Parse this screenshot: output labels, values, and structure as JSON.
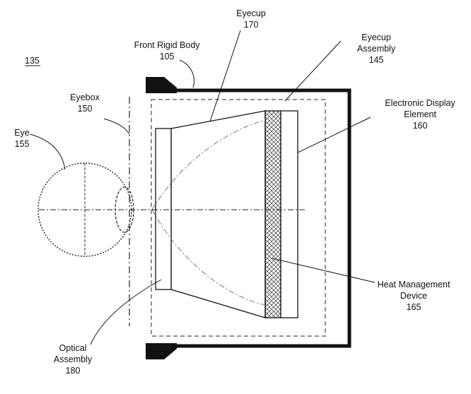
{
  "figure": {
    "figure_ref": "135",
    "labels": {
      "eyecup": {
        "name": "Eyecup",
        "number": "170"
      },
      "front_rigid_body": {
        "name": "Front Rigid Body",
        "number": "105"
      },
      "eyecup_assembly": {
        "line1": "Eyecup",
        "line2": "Assembly",
        "number": "145"
      },
      "eyebox": {
        "name": "Eyebox",
        "number": "150"
      },
      "eye": {
        "name": "Eye",
        "number": "155"
      },
      "electronic_display": {
        "line1": "Electronic Display",
        "line2": "Element",
        "number": "160"
      },
      "heat_management": {
        "line1": "Heat Management",
        "line2": "Device",
        "number": "165"
      },
      "optical_assembly": {
        "line1": "Optical",
        "line2": "Assembly",
        "number": "180"
      }
    }
  }
}
